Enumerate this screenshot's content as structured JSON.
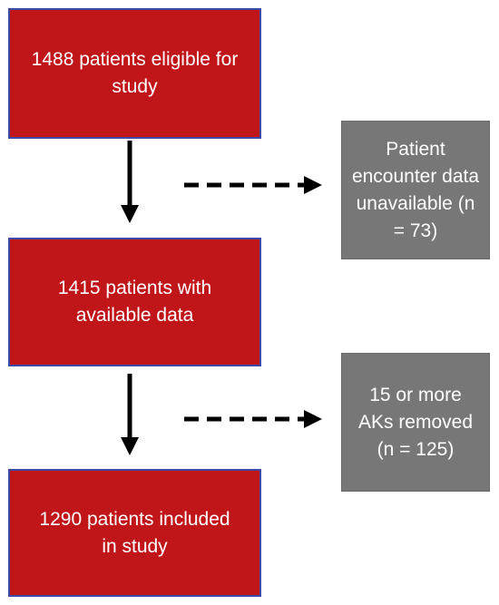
{
  "main_boxes": [
    {
      "text": "1488 patients eligible for study"
    },
    {
      "text": "1415 patients with available data"
    },
    {
      "text": "1290 patients included in study"
    }
  ],
  "exclusion_boxes": [
    {
      "text": "Patient encounter data unavailable (n = 73)"
    },
    {
      "text": "15 or more AKs removed (n = 125)"
    }
  ],
  "colors": {
    "main_box_fill": "#c0161a",
    "main_box_border": "#3d4aa5",
    "exclusion_box_fill": "#777777",
    "text": "#ffffff",
    "arrow": "#000000"
  }
}
